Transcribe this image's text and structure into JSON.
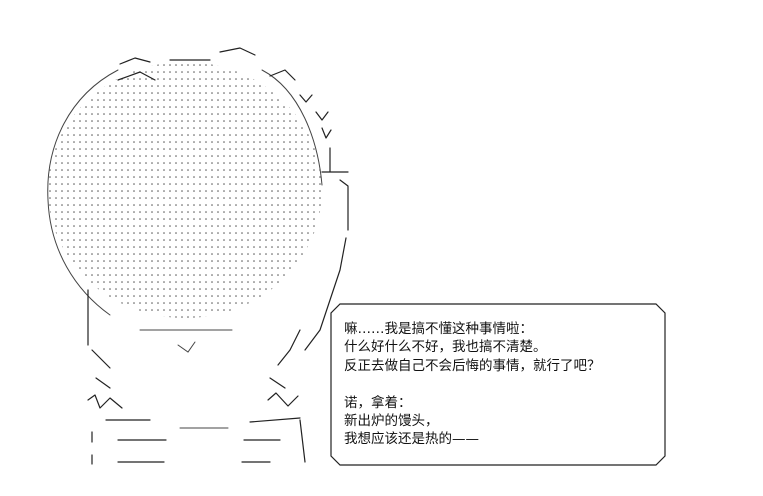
{
  "speech_bubble": {
    "lines": [
      "嘛……我是搞不懂这种事情啦：",
      "什么好什么不好，我也搞不清楚。",
      "反正去做自己不会后悔的事情，就行了吧？",
      "",
      "诺，拿着：",
      "新出炉的馒头，",
      "我想应该还是热的——"
    ]
  }
}
